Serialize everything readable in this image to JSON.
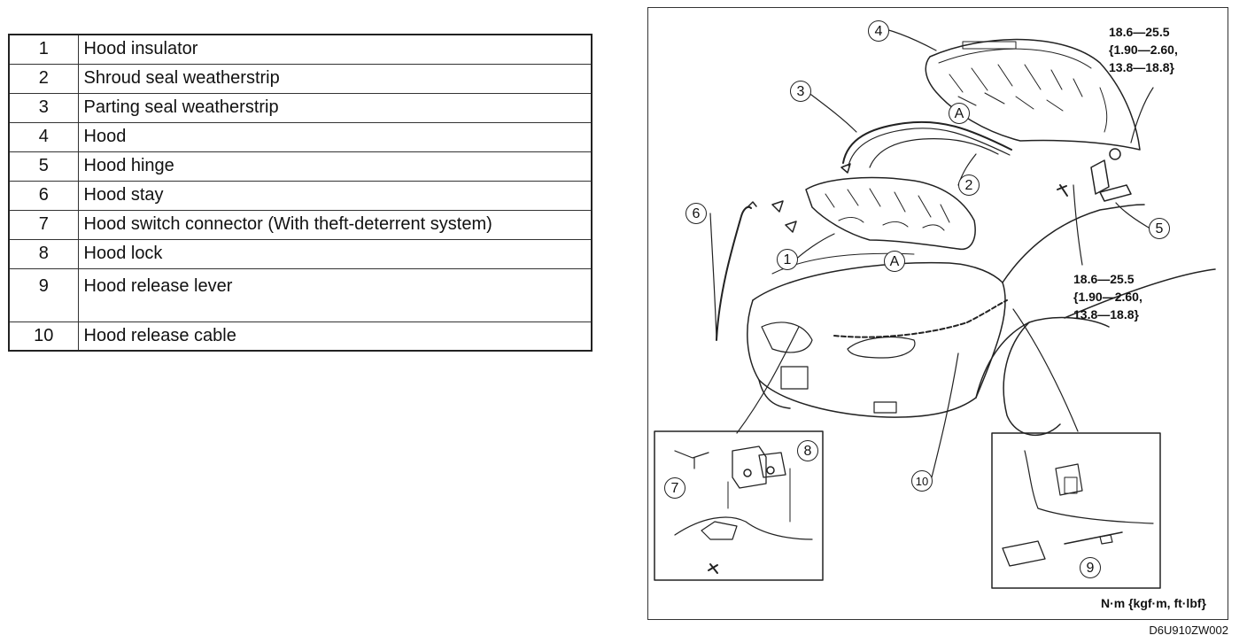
{
  "parts": [
    {
      "num": "1",
      "name": "Hood insulator"
    },
    {
      "num": "2",
      "name": "Shroud seal weatherstrip"
    },
    {
      "num": "3",
      "name": "Parting seal weatherstrip"
    },
    {
      "num": "4",
      "name": "Hood"
    },
    {
      "num": "5",
      "name": "Hood hinge"
    },
    {
      "num": "6",
      "name": "Hood stay"
    },
    {
      "num": "7",
      "name": "Hood switch connector (With theft-deterrent system)"
    },
    {
      "num": "8",
      "name": "Hood lock"
    },
    {
      "num": "9",
      "name": "Hood release lever"
    },
    {
      "num": "10",
      "name": "Hood release cable"
    }
  ],
  "torque": {
    "upper": "18.6—25.5\n{1.90—2.60,\n13.8—18.8}",
    "lower": "18.6—25.5\n{1.90—2.60,\n13.8—18.8}"
  },
  "units": "N·m {kgf·m, ft·lbf}",
  "figure_code": "D6U910ZW002",
  "callouts": {
    "c1": "1",
    "c2": "2",
    "c3": "3",
    "c4": "4",
    "c5": "5",
    "c6": "6",
    "c7": "7",
    "c8": "8",
    "c9": "9",
    "c10": "10",
    "a_upper": "A",
    "a_lower": "A"
  }
}
